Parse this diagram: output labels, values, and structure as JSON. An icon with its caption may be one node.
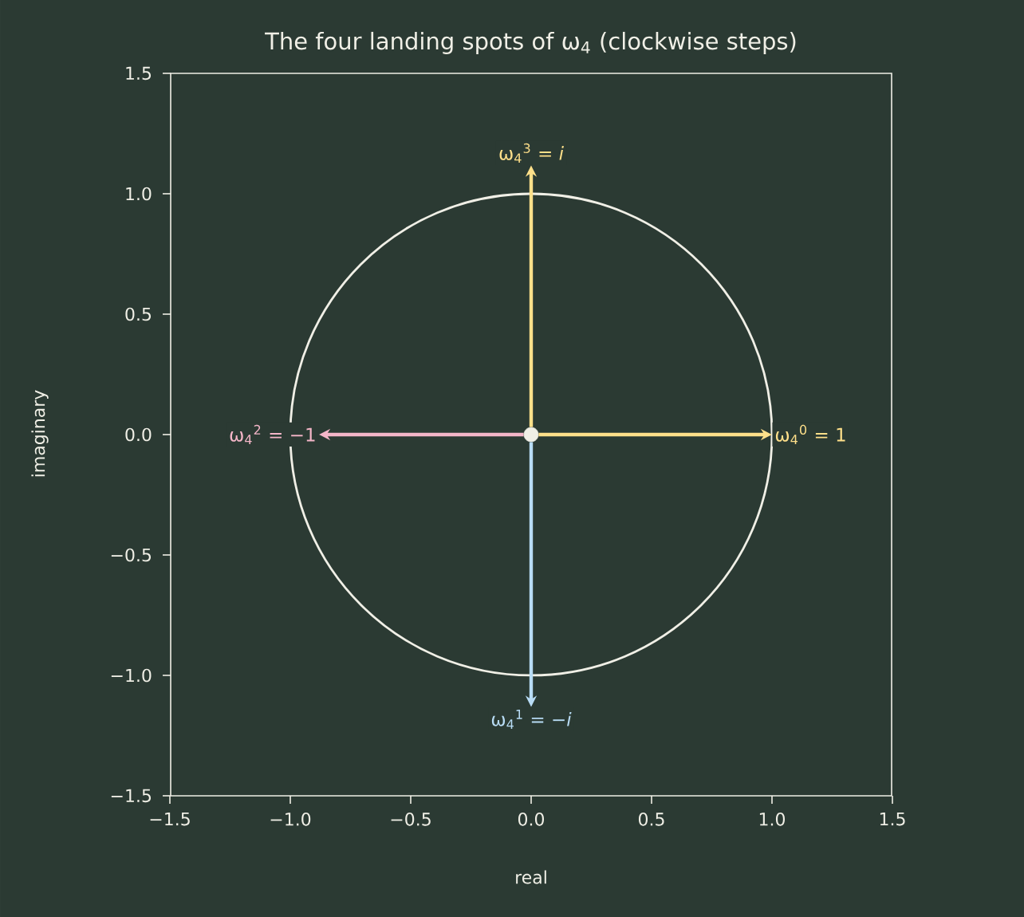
{
  "diagram": {
    "title": "The four landing spots of ω$_{4}$ (clockwise steps)",
    "nodes": [
      {
        "text": [],
        "shape": "circle"
      },
      {
        "text": [
          "ω$_{4}$$^{0}$ = 1"
        ]
      },
      {
        "text": [
          "ω$_{4}$$^{1}$ = −*i*"
        ]
      },
      {
        "text": [
          "ω$_{4}$$^{2}$ = −1"
        ]
      },
      {
        "text": [
          "ω$_{4}$$^{3}$ = *i*"
        ]
      }
    ],
    "edges": [
      {
        "from": 0,
        "to": 1,
        "arrow": "to"
      },
      {
        "from": 0,
        "to": 2,
        "arrow": "to",
        "color": "#b8dcf5"
      },
      {
        "from": 0,
        "to": 3,
        "arrow": "to",
        "color": "#f4b6c8"
      },
      {
        "from": 0,
        "to": 4,
        "arrow": "to"
      }
    ],
    "labels": [
      "1.5",
      "1.0",
      "0.5",
      "0.0",
      "−0.5",
      "−1.0",
      "−1.5",
      "−1.5",
      "−1.0",
      "−0.5",
      "0.0",
      "0.5",
      "1.0",
      "1.5",
      "real",
      "imaginary"
    ]
  }
}
